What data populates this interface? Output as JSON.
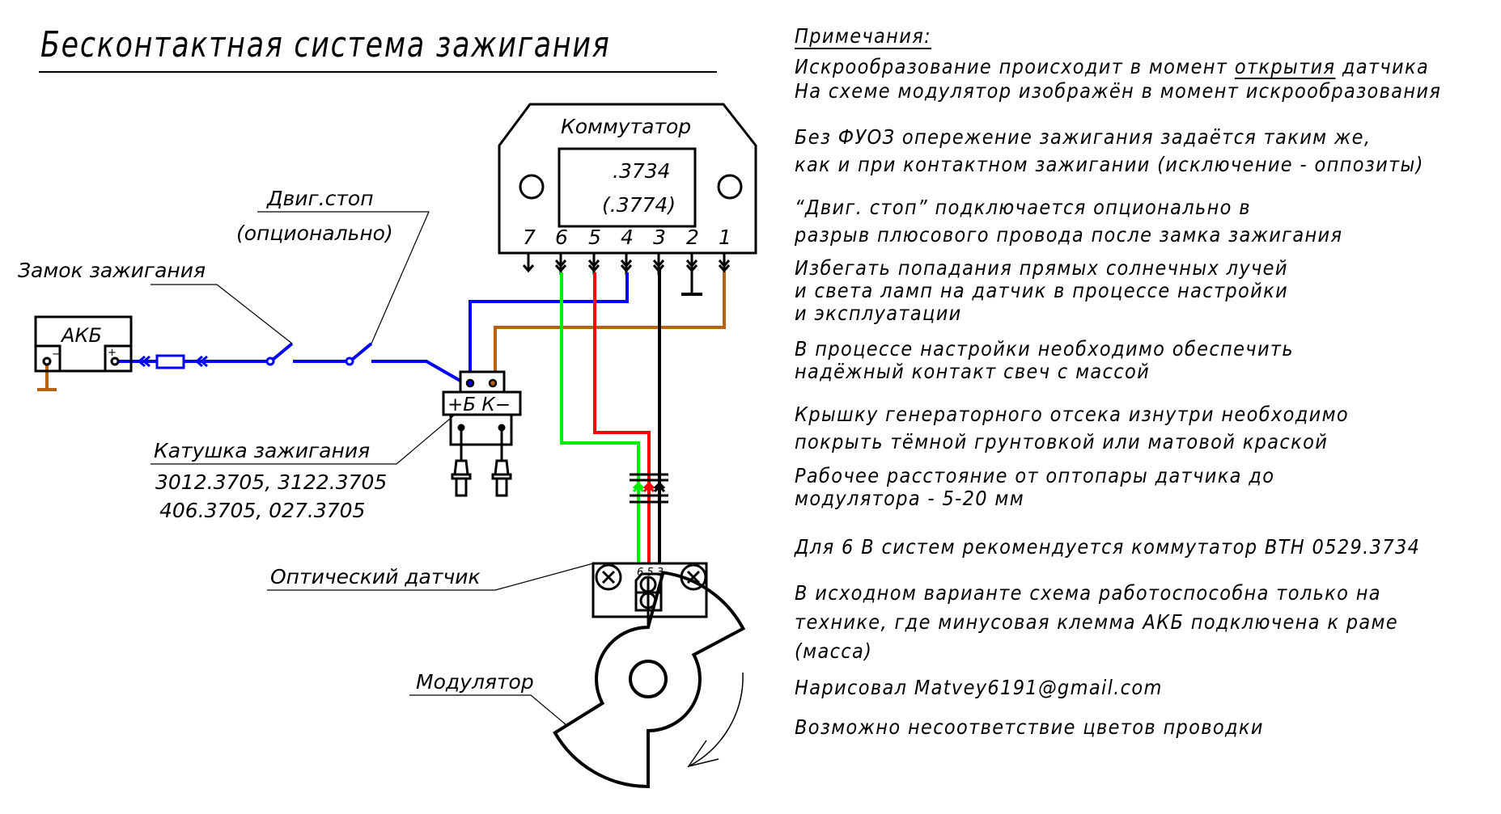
{
  "title": "Бесконтактная система зажигания",
  "labels": {
    "engine_stop": "Двиг.стоп",
    "engine_stop_optional": "(опционально)",
    "ignition_lock": "Замок зажигания",
    "battery": "АКБ",
    "battery_minus": "−",
    "battery_plus": "+",
    "coil_title": "Катушка зажигания",
    "coil_models_1": "3012.3705, 3122.3705",
    "coil_models_2": "406.3705, 027.3705",
    "coil_terminals": "+Б К−",
    "optical_sensor": "Оптический датчик",
    "modulator": "Модулятор",
    "sensor_pins": "6 5 3"
  },
  "commutator": {
    "title": "Коммутатор",
    "model": ".3734",
    "alt_model": "(.3774)",
    "pins": [
      "7",
      "6",
      "5",
      "4",
      "3",
      "2",
      "1"
    ]
  },
  "wire_colors": {
    "blue": "#0000ff",
    "brown": "#b8610f",
    "green": "#00ee00",
    "red": "#ff0000",
    "black": "#000000"
  },
  "notes": {
    "heading": "Примечания:",
    "items": [
      {
        "lines": [
          "Искрообразование происходит в момент ",
          "открытия",
          " датчика",
          "На схеме модулятор изображён в момент искрообразования"
        ]
      },
      {
        "lines": [
          "Без ФУОЗ опережение зажигания задаётся таким же,",
          "как и при контактном зажигании (исключение - оппозиты)"
        ]
      },
      {
        "lines": [
          "“Двиг. стоп” подключается опционально в",
          "разрыв плюсового провода после замка зажигания"
        ]
      },
      {
        "lines": [
          "Избегать попадания прямых солнечных лучей",
          "и света ламп на датчик в процессе настройки",
          "и эксплуатации"
        ]
      },
      {
        "lines": [
          "В процессе настройки необходимо обеспечить",
          "надёжный контакт свеч с массой"
        ]
      },
      {
        "lines": [
          "Крышку генераторного отсека изнутри необходимо",
          "покрыть тёмной грунтовкой или матовой краской"
        ]
      },
      {
        "lines": [
          "Рабочее расстояние от оптопары датчика до",
          "модулятора - 5-20 мм"
        ]
      },
      {
        "lines": [
          "Для 6 В систем рекомендуется коммутатор ВТН 0529.3734"
        ]
      },
      {
        "lines": [
          "В исходном варианте схема работоспособна только на",
          "технике, где минусовая клемма АКБ подключена к раме",
          "(масса)"
        ]
      },
      {
        "lines": [
          "Нарисовал Matvey6191@gmail.com"
        ]
      },
      {
        "lines": [
          "Возможно несоответствие цветов проводки"
        ]
      }
    ]
  }
}
